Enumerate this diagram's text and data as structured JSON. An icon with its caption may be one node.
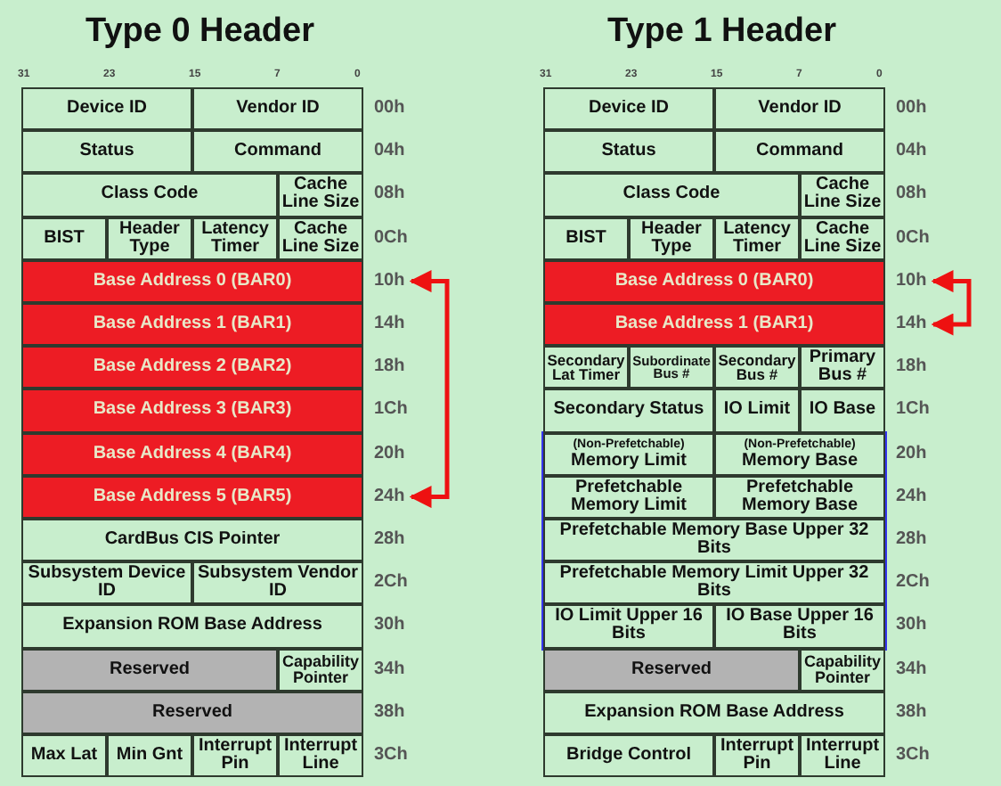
{
  "diagram": {
    "nodes": [
      {
        "text": [
          "Device ID"
        ]
      },
      {
        "text": [
          "Vendor ID"
        ]
      },
      {
        "text": [
          "Status"
        ]
      },
      {
        "text": [
          "Command"
        ]
      },
      {
        "text": [
          "Class Code"
        ]
      },
      {
        "text": [
          "Cache Line Size"
        ]
      },
      {
        "text": [
          "BIST"
        ]
      },
      {
        "text": [
          "Header Type"
        ]
      },
      {
        "text": [
          "Latency Timer"
        ]
      },
      {
        "text": [
          "Cache Line Size"
        ]
      },
      {
        "text": [
          "Base Address 0 (BAR0)"
        ]
      },
      {
        "text": [
          "Base Address 1 (BAR1)"
        ]
      },
      {
        "text": [
          "Base Address 2 (BAR2)"
        ]
      },
      {
        "text": [
          "Base Address 3 (BAR3)"
        ]
      },
      {
        "text": [
          "Base Address 4 (BAR4)"
        ]
      },
      {
        "text": [
          "Base Address 5 (BAR5)"
        ]
      },
      {
        "text": [
          "CardBus CIS Pointer"
        ]
      },
      {
        "text": [
          "Subsystem Device ID"
        ]
      },
      {
        "text": [
          "Subsystem Vendor ID"
        ]
      },
      {
        "text": [
          "Expansion ROM Base Address"
        ]
      },
      {
        "text": [
          "Reserved"
        ]
      },
      {
        "text": [
          "Capability Pointer"
        ]
      },
      {
        "text": [
          "Reserved"
        ]
      },
      {
        "text": [
          "Max Lat"
        ]
      },
      {
        "text": [
          "Min Gnt"
        ]
      },
      {
        "text": [
          "Interrupt Pin"
        ]
      },
      {
        "text": [
          "Interrupt Line"
        ]
      },
      {
        "text": [
          "10h"
        ]
      },
      {
        "text": [
          "24h"
        ]
      },
      {
        "text": [
          "Device ID"
        ]
      },
      {
        "text": [
          "Vendor ID"
        ]
      },
      {
        "text": [
          "Status"
        ]
      },
      {
        "text": [
          "Command"
        ]
      },
      {
        "text": [
          "Class Code"
        ]
      },
      {
        "text": [
          "Cache Line Size"
        ]
      },
      {
        "text": [
          "BIST"
        ]
      },
      {
        "text": [
          "Header Type"
        ]
      },
      {
        "text": [
          "Latency Timer"
        ]
      },
      {
        "text": [
          "Cache Line Size"
        ]
      },
      {
        "text": [
          "Base Address 0 (BAR0)"
        ]
      },
      {
        "text": [
          "Base Address 1 (BAR1)"
        ]
      },
      {
        "text": [
          "Secondary Lat Timer"
        ]
      },
      {
        "text": [
          "Subordinate Bus #"
        ]
      },
      {
        "text": [
          "Secondary Bus #"
        ]
      },
      {
        "text": [
          "Primary Bus #"
        ]
      },
      {
        "text": [
          "Secondary Status"
        ]
      },
      {
        "text": [
          "IO Limit"
        ]
      },
      {
        "text": [
          "IO Base"
        ]
      },
      {
        "text": [],
        "shape": "box"
      },
      {
        "text": [
          "(Non-Prefetchable)",
          "Memory Limit"
        ],
        "in": 48
      },
      {
        "text": [
          "(Non-Prefetchable)",
          "Memory Base"
        ],
        "in": 48
      },
      {
        "text": [
          "Prefetchable Memory Limit"
        ],
        "in": 48
      },
      {
        "text": [
          "Prefetchable Memory Base"
        ],
        "in": 48
      },
      {
        "text": [
          "Prefetchable Memory Base Upper 32 Bits"
        ],
        "in": 48
      },
      {
        "text": [
          "Prefetchable Memory Limit Upper 32 Bits"
        ],
        "in": 48
      },
      {
        "text": [
          "IO Limit Upper 16 Bits"
        ],
        "in": 48
      },
      {
        "text": [
          "IO Base Upper 16 Bits"
        ],
        "in": 48
      },
      {
        "text": [
          "Reserved"
        ]
      },
      {
        "text": [
          "Capability Pointer"
        ]
      },
      {
        "text": [
          "Expansion ROM Base Address"
        ]
      },
      {
        "text": [
          "Bridge Control"
        ]
      },
      {
        "text": [
          "Interrupt Pin"
        ]
      },
      {
        "text": [
          "Interrupt Line"
        ]
      },
      {
        "text": [
          "10h"
        ]
      },
      {
        "text": [
          "14h"
        ]
      }
    ],
    "edges": [
      {
        "from": 27,
        "to": 28,
        "arrow": "both"
      },
      {
        "from": 63,
        "to": 64,
        "arrow": "both"
      }
    ],
    "labels": [
      "Type 0 Header",
      "31",
      "23",
      "15",
      "7",
      "0",
      "00h",
      "04h",
      "08h",
      "0Ch",
      "14h",
      "18h",
      "1Ch",
      "20h",
      "28h",
      "2Ch",
      "30h",
      "34h",
      "38h",
      "3Ch",
      "Type 1 Header",
      "31",
      "23",
      "15",
      "7",
      "0",
      "00h",
      "04h",
      "08h",
      "0Ch",
      "18h",
      "1Ch",
      "20h",
      "24h",
      "28h",
      "2Ch",
      "30h",
      "34h",
      "38h",
      "3Ch"
    ]
  }
}
